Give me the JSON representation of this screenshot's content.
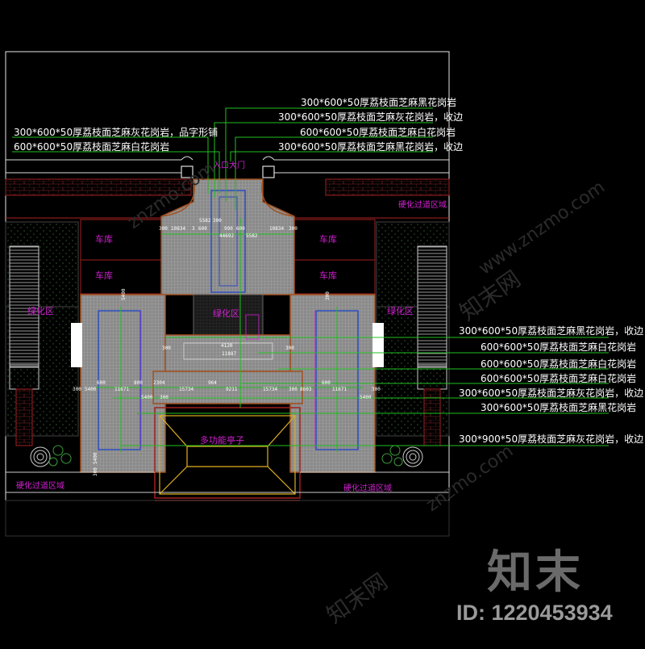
{
  "callouts": [
    {
      "id": "c1",
      "text": "300*600*50厚荔枝面芝麻黑花岗岩"
    },
    {
      "id": "c2",
      "text": "300*600*50厚荔枝面芝麻灰花岗岩，收边"
    },
    {
      "id": "c3",
      "text": "600*600*50厚荔枝面芝麻白花岗岩"
    },
    {
      "id": "c4",
      "text": "300*600*50厚荔枝面芝麻黑花岗岩，收边"
    },
    {
      "id": "c5",
      "text": "300*600*50厚荔枝面芝麻灰花岗岩，品字形铺"
    },
    {
      "id": "c6",
      "text": "600*600*50厚荔枝面芝麻白花岗岩"
    },
    {
      "id": "c7",
      "text": "300*600*50厚荔枝面芝麻黑花岗岩，收边"
    },
    {
      "id": "c8",
      "text": "600*600*50厚荔枝面芝麻白花岗岩"
    },
    {
      "id": "c9",
      "text": "600*600*50厚荔枝面芝麻白花岗岩"
    },
    {
      "id": "c10",
      "text": "600*600*50厚荔枝面芝麻白花岗岩"
    },
    {
      "id": "c11",
      "text": "300*600*50厚荔枝面芝麻灰花岗岩，收边"
    },
    {
      "id": "c12",
      "text": "300*600*50厚荔枝面芝麻黑花岗岩"
    },
    {
      "id": "c13",
      "text": "300*900*50厚荔枝面芝麻灰花岗岩，收边"
    }
  ],
  "zones": {
    "entrance": "入口大门",
    "garage_tl": "车库",
    "garage_tr": "车库",
    "garage_ml": "车库",
    "garage_mr": "车库",
    "green_center": "绿化区",
    "green_left": "绿化区",
    "green_right": "绿化区",
    "hard_top": "硬化过道区域",
    "hard_bl": "硬化过道区域",
    "hard_br": "硬化过道区域",
    "pavilion": "多功能亭子"
  },
  "dims": {
    "d1": "300",
    "d2": "10834",
    "d3": "3",
    "d4": "600",
    "d5": "5582",
    "d6": "300",
    "d7": "990",
    "d8": "600",
    "d9": "10834",
    "d10": "300",
    "d11": "5582",
    "d12": "44692",
    "d13": "300",
    "d14": "4120",
    "d15": "11887",
    "d16": "300",
    "d17": "300",
    "d18": "600",
    "d19": "5400",
    "d20": "11671",
    "d21": "800",
    "d22": "2304",
    "d23": "5400",
    "d24": "300",
    "d25": "15734",
    "d26": "964",
    "d27": "9211",
    "d28": "15734",
    "d29": "300",
    "d30": "8603",
    "d31": "600",
    "d32": "11671",
    "d33": "5400",
    "d34": "300",
    "d35": "5400",
    "d36": "300",
    "d37": "300",
    "d38": "5400"
  },
  "watermark": {
    "site": "znzmo.com",
    "site2": "www.znzmo.com",
    "cn": "知末网"
  },
  "logo": "知末",
  "image_id": "ID: 1220453934"
}
